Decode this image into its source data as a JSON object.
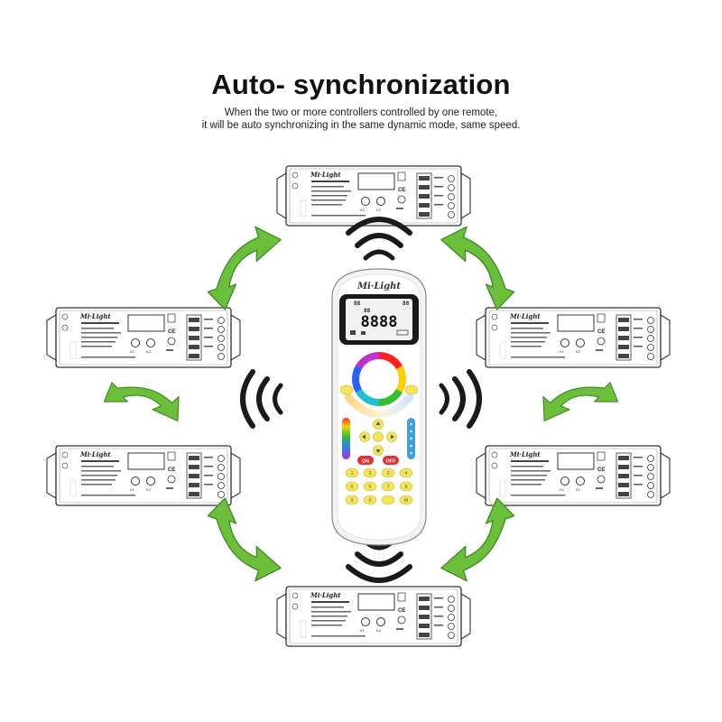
{
  "heading": {
    "title": "Auto- synchronization",
    "subtitle_line1": "When the two or more controllers controlled by one remote,",
    "subtitle_line2": "it will be auto synchronizing in the same dynamic mode, same speed."
  },
  "brand": "Mi·Light",
  "controller": {
    "brand": "Mi·Light",
    "k1": "K1",
    "k2": "K2",
    "ce": "CE"
  },
  "remote": {
    "brand": "Mi·Light",
    "display_digits": "8888",
    "small_digits": "88",
    "on_label": "ON",
    "off_label": "OFF",
    "keys": [
      "1",
      "2",
      "3",
      "4",
      "5",
      "6",
      "7",
      "8",
      "9",
      "0",
      "M"
    ]
  },
  "colors": {
    "arrow_green": "#6cbf3a",
    "arrow_dark": "#3d8a22",
    "key_yellow": "#f3e55a",
    "remote_black": "#1a1a1a",
    "signal": "#1a1a1a",
    "slider_blue": "#3fa0d8"
  },
  "icons": [
    "sync-arrow-icon",
    "signal-wave-icon",
    "controller-device",
    "remote-control"
  ]
}
